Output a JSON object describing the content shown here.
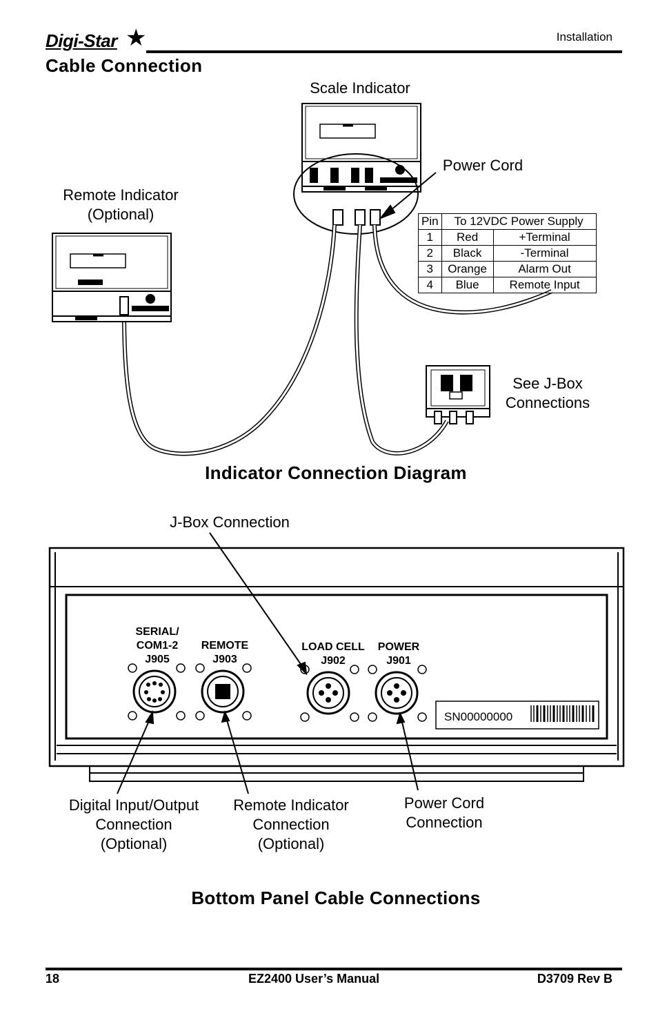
{
  "header": {
    "brand": "Digi-Star",
    "section": "Installation",
    "title": "Cable Connection"
  },
  "diagram1": {
    "scale_indicator": "Scale Indicator",
    "power_cord": "Power Cord",
    "remote_indicator_line1": "Remote Indicator",
    "remote_indicator_line2": "(Optional)",
    "jbox_line1": "See J-Box",
    "jbox_line2": "Connections",
    "caption": "Indicator Connection Diagram"
  },
  "pin_table": {
    "headers": [
      "Pin",
      "To 12VDC Power Supply"
    ],
    "rows": [
      [
        "1",
        "Red",
        "+Terminal"
      ],
      [
        "2",
        "Black",
        "-Terminal"
      ],
      [
        "3",
        "Orange",
        "Alarm Out"
      ],
      [
        "4",
        "Blue",
        "Remote Input"
      ]
    ]
  },
  "diagram2": {
    "jbox_connection": "J-Box Connection",
    "ports": {
      "serial_line1": "SERIAL/",
      "serial_line2": "COM1-2",
      "serial_id": "J905",
      "remote": "REMOTE",
      "remote_id": "J903",
      "loadcell": "LOAD CELL",
      "loadcell_id": "J902",
      "power": "POWER",
      "power_id": "J901"
    },
    "serial_number": "SN00000000",
    "digital_line1": "Digital Input/Output",
    "digital_line2": "Connection",
    "digital_line3": "(Optional)",
    "remote_line1": "Remote Indicator",
    "remote_line2": "Connection",
    "remote_line3": "(Optional)",
    "power_line1": "Power Cord",
    "power_line2": "Connection",
    "caption": "Bottom Panel Cable Connections"
  },
  "footer": {
    "page": "18",
    "manual": "EZ2400 User’s Manual",
    "doc": "D3709 Rev B"
  }
}
